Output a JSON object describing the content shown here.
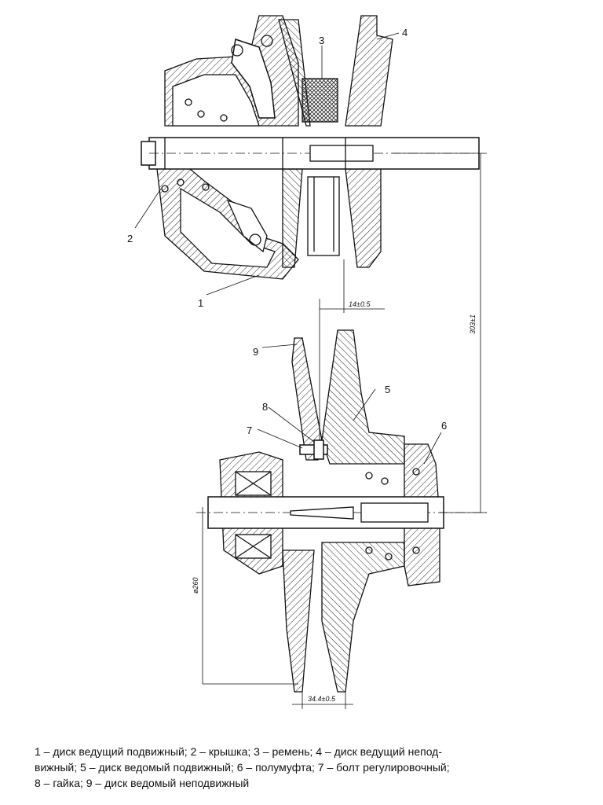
{
  "callouts": [
    "1",
    "2",
    "3",
    "4",
    "5",
    "6",
    "7",
    "8",
    "9"
  ],
  "dimensions": {
    "gap_top": "14±0.5",
    "center_distance": "303±1",
    "diameter": "ø260",
    "gap_bottom": "34.4±0.5"
  },
  "caption": {
    "line1": "1 – диск ведущий подвижный; 2 – крышка; 3 – ремень; 4 – диск ведущий непод-",
    "line2": "вижный; 5 – диск ведомый подвижный; 6 – полумуфта; 7 – болт регулировочный;",
    "line3": "8 – гайка; 9 – диск ведомый неподвижный"
  }
}
